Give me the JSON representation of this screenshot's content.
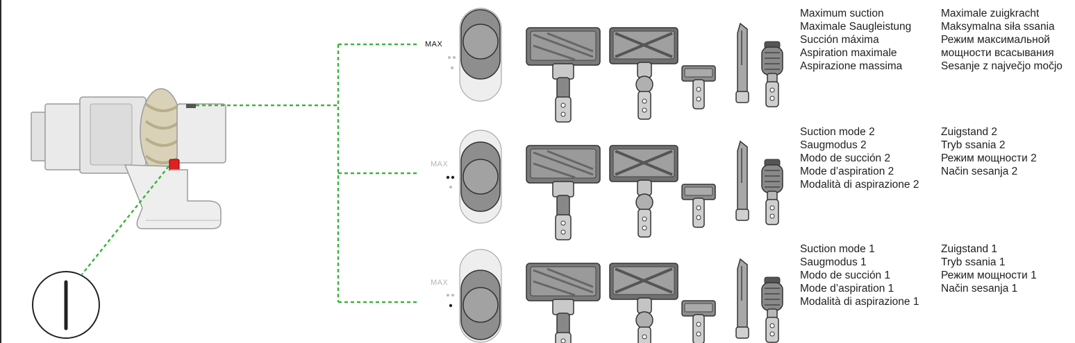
{
  "accent_color": "#3cb43c",
  "trigger_color": "#e02020",
  "power_symbol": "I",
  "modes": [
    {
      "indicator_label": "MAX",
      "active": true,
      "lines_col1": [
        "Maximum suction",
        "Maximale Saugleistung",
        "Succión máxima",
        "Aspiration maximale",
        "Aspirazione massima"
      ],
      "lines_col2": [
        "Maximale zuigkracht",
        "Maksymalna siła ssania",
        "Режим максимальной",
        "мощности всасывания",
        "Sesanje z največjo močjo"
      ]
    },
    {
      "indicator_label": "MAX",
      "active": false,
      "lines_col1": [
        "Suction mode 2",
        "Saugmodus 2",
        "Modo de succión 2",
        "Mode d’aspiration 2",
        "Modalità di aspirazione 2"
      ],
      "lines_col2": [
        "Zuigstand 2",
        "Tryb ssania 2",
        "Режим мощности 2",
        "Način sesanja 2"
      ]
    },
    {
      "indicator_label": "MAX",
      "active": false,
      "lines_col1": [
        "Suction mode 1",
        "Saugmodus 1",
        "Modo de succión 1",
        "Mode d’aspiration 1",
        "Modalità di aspirazione 1"
      ],
      "lines_col2": [
        "Zuigstand 1",
        "Tryb ssania 1",
        "Режим мощности 1",
        "Način sesanja 1"
      ]
    }
  ]
}
